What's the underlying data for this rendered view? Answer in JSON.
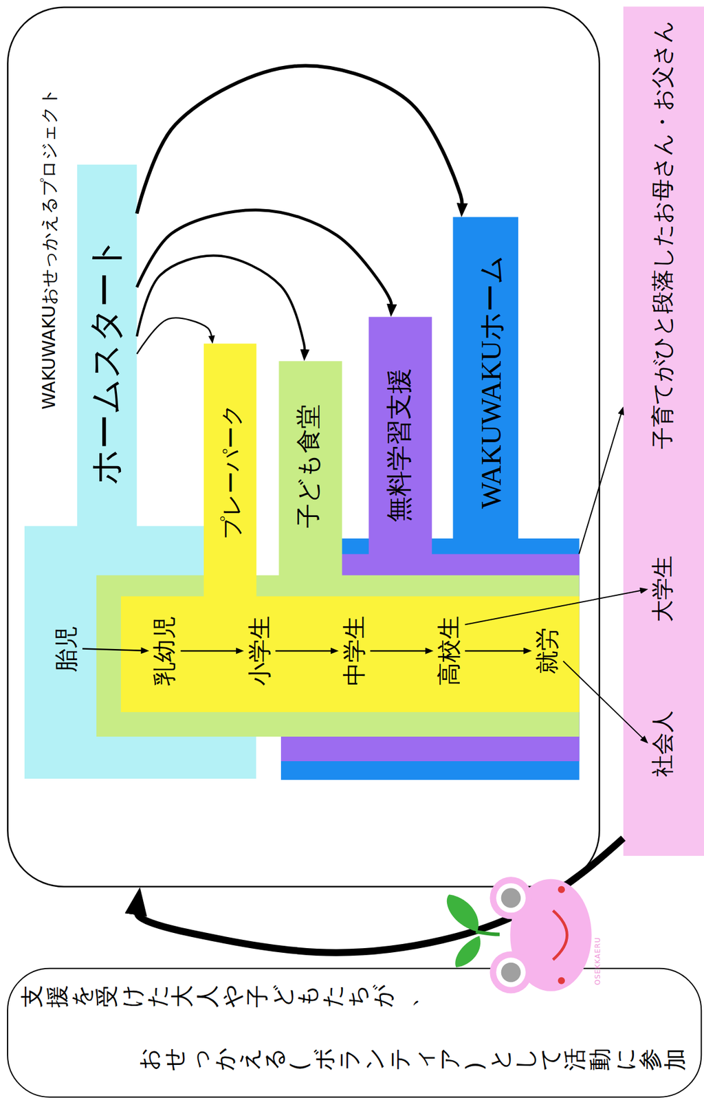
{
  "diagram": {
    "nodes": [
      {
        "text": [
          "WAKUWAKUおせっかえるプロジェクト"
        ]
      },
      {
        "text": [
          "ホームスタート"
        ],
        "in": 0
      },
      {
        "text": [
          "胎児"
        ],
        "in": 1
      },
      {
        "text": [
          "プレーパーク"
        ],
        "in": 0
      },
      {
        "text": [
          "乳幼児"
        ],
        "in": 3
      },
      {
        "text": [
          "小学生"
        ],
        "in": 3
      },
      {
        "text": [
          "中学生"
        ],
        "in": 3
      },
      {
        "text": [
          "高校生"
        ],
        "in": 3
      },
      {
        "text": [
          "就労"
        ],
        "in": 3
      },
      {
        "text": [
          "子ども食堂"
        ],
        "in": 0
      },
      {
        "text": [
          "無料学習支援"
        ],
        "in": 0
      },
      {
        "text": [
          "WAKUWAKUホーム"
        ],
        "in": 0
      },
      {
        "text": [
          "子育てがひと段落したお母さん・お父さん"
        ]
      },
      {
        "text": [
          "社会人"
        ],
        "in": 12
      },
      {
        "text": [
          "大学生"
        ],
        "in": 12
      },
      {
        "text": [
          "支援を受けた大人や子どもたちが、",
          "おせっかえる(ボランティア)として活動に参加"
        ]
      }
    ],
    "edges": [
      {
        "from": 1,
        "to": 3,
        "arrow": "to"
      },
      {
        "from": 1,
        "to": 9,
        "arrow": "to"
      },
      {
        "from": 1,
        "to": 10,
        "arrow": "to"
      },
      {
        "from": 1,
        "to": 11,
        "arrow": "to"
      },
      {
        "from": 2,
        "to": 4,
        "arrow": "to"
      },
      {
        "from": 4,
        "to": 5,
        "arrow": "to"
      },
      {
        "from": 5,
        "to": 6,
        "arrow": "to"
      },
      {
        "from": 6,
        "to": 7,
        "arrow": "to"
      },
      {
        "from": 7,
        "to": 8,
        "arrow": "to"
      },
      {
        "from": 7,
        "to": 14,
        "arrow": "to"
      },
      {
        "from": 8,
        "to": 13,
        "arrow": "to"
      },
      {
        "from": 11,
        "to": 12,
        "arrow": "to"
      },
      {
        "from": 12,
        "to": 0,
        "arrow": "to"
      }
    ],
    "labels": [
      "OSEKKAERU"
    ]
  }
}
